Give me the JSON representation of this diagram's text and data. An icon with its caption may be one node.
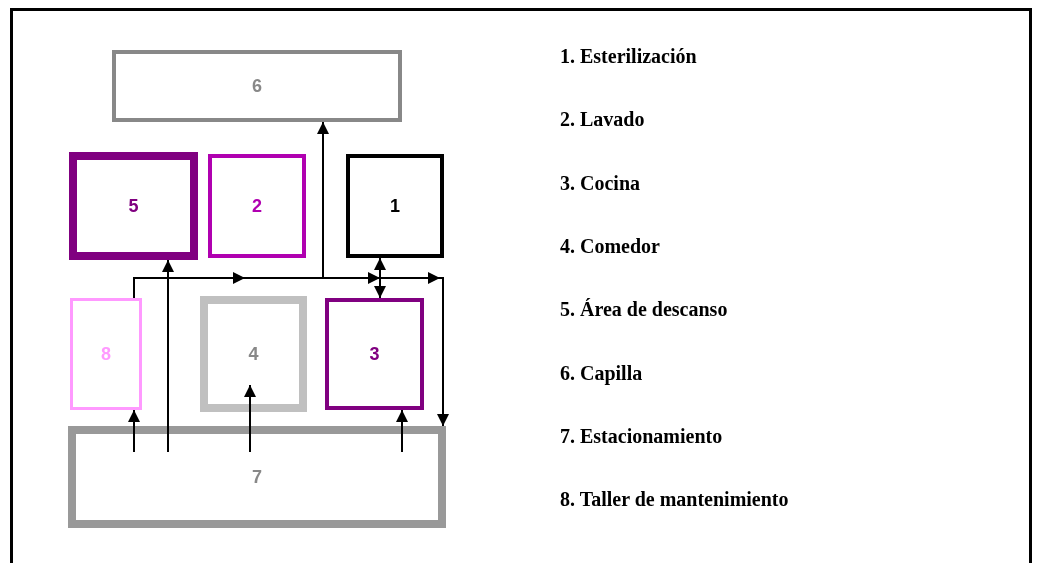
{
  "diagram": {
    "nodes": [
      {
        "text": [
          "6"
        ]
      },
      {
        "text": [
          "5"
        ]
      },
      {
        "text": [
          "2"
        ]
      },
      {
        "text": [
          "1"
        ]
      },
      {
        "text": [
          "8"
        ]
      },
      {
        "text": [
          "4"
        ]
      },
      {
        "text": [
          "3"
        ]
      },
      {
        "text": [
          "7"
        ]
      }
    ],
    "edges": [
      {
        "from": 7,
        "to": 4,
        "arrow": "to"
      },
      {
        "from": 7,
        "to": 1,
        "arrow": "to"
      },
      {
        "from": 7,
        "to": 5,
        "arrow": "to"
      },
      {
        "from": 7,
        "to": 6,
        "arrow": "to"
      },
      {
        "from": 3,
        "to": 6,
        "arrow": "both"
      },
      {
        "from": 4,
        "to": 0,
        "arrow": "to"
      },
      {
        "from": 4,
        "to": 7,
        "arrow": "to"
      }
    ],
    "labels": [
      "1. Esterilización",
      "2. Lavado",
      "3. Cocina",
      "4. Comedor",
      "5. Área de descanso",
      "6. Capilla",
      "7. Estacionamiento",
      "8. Taller de mantenimiento"
    ]
  }
}
